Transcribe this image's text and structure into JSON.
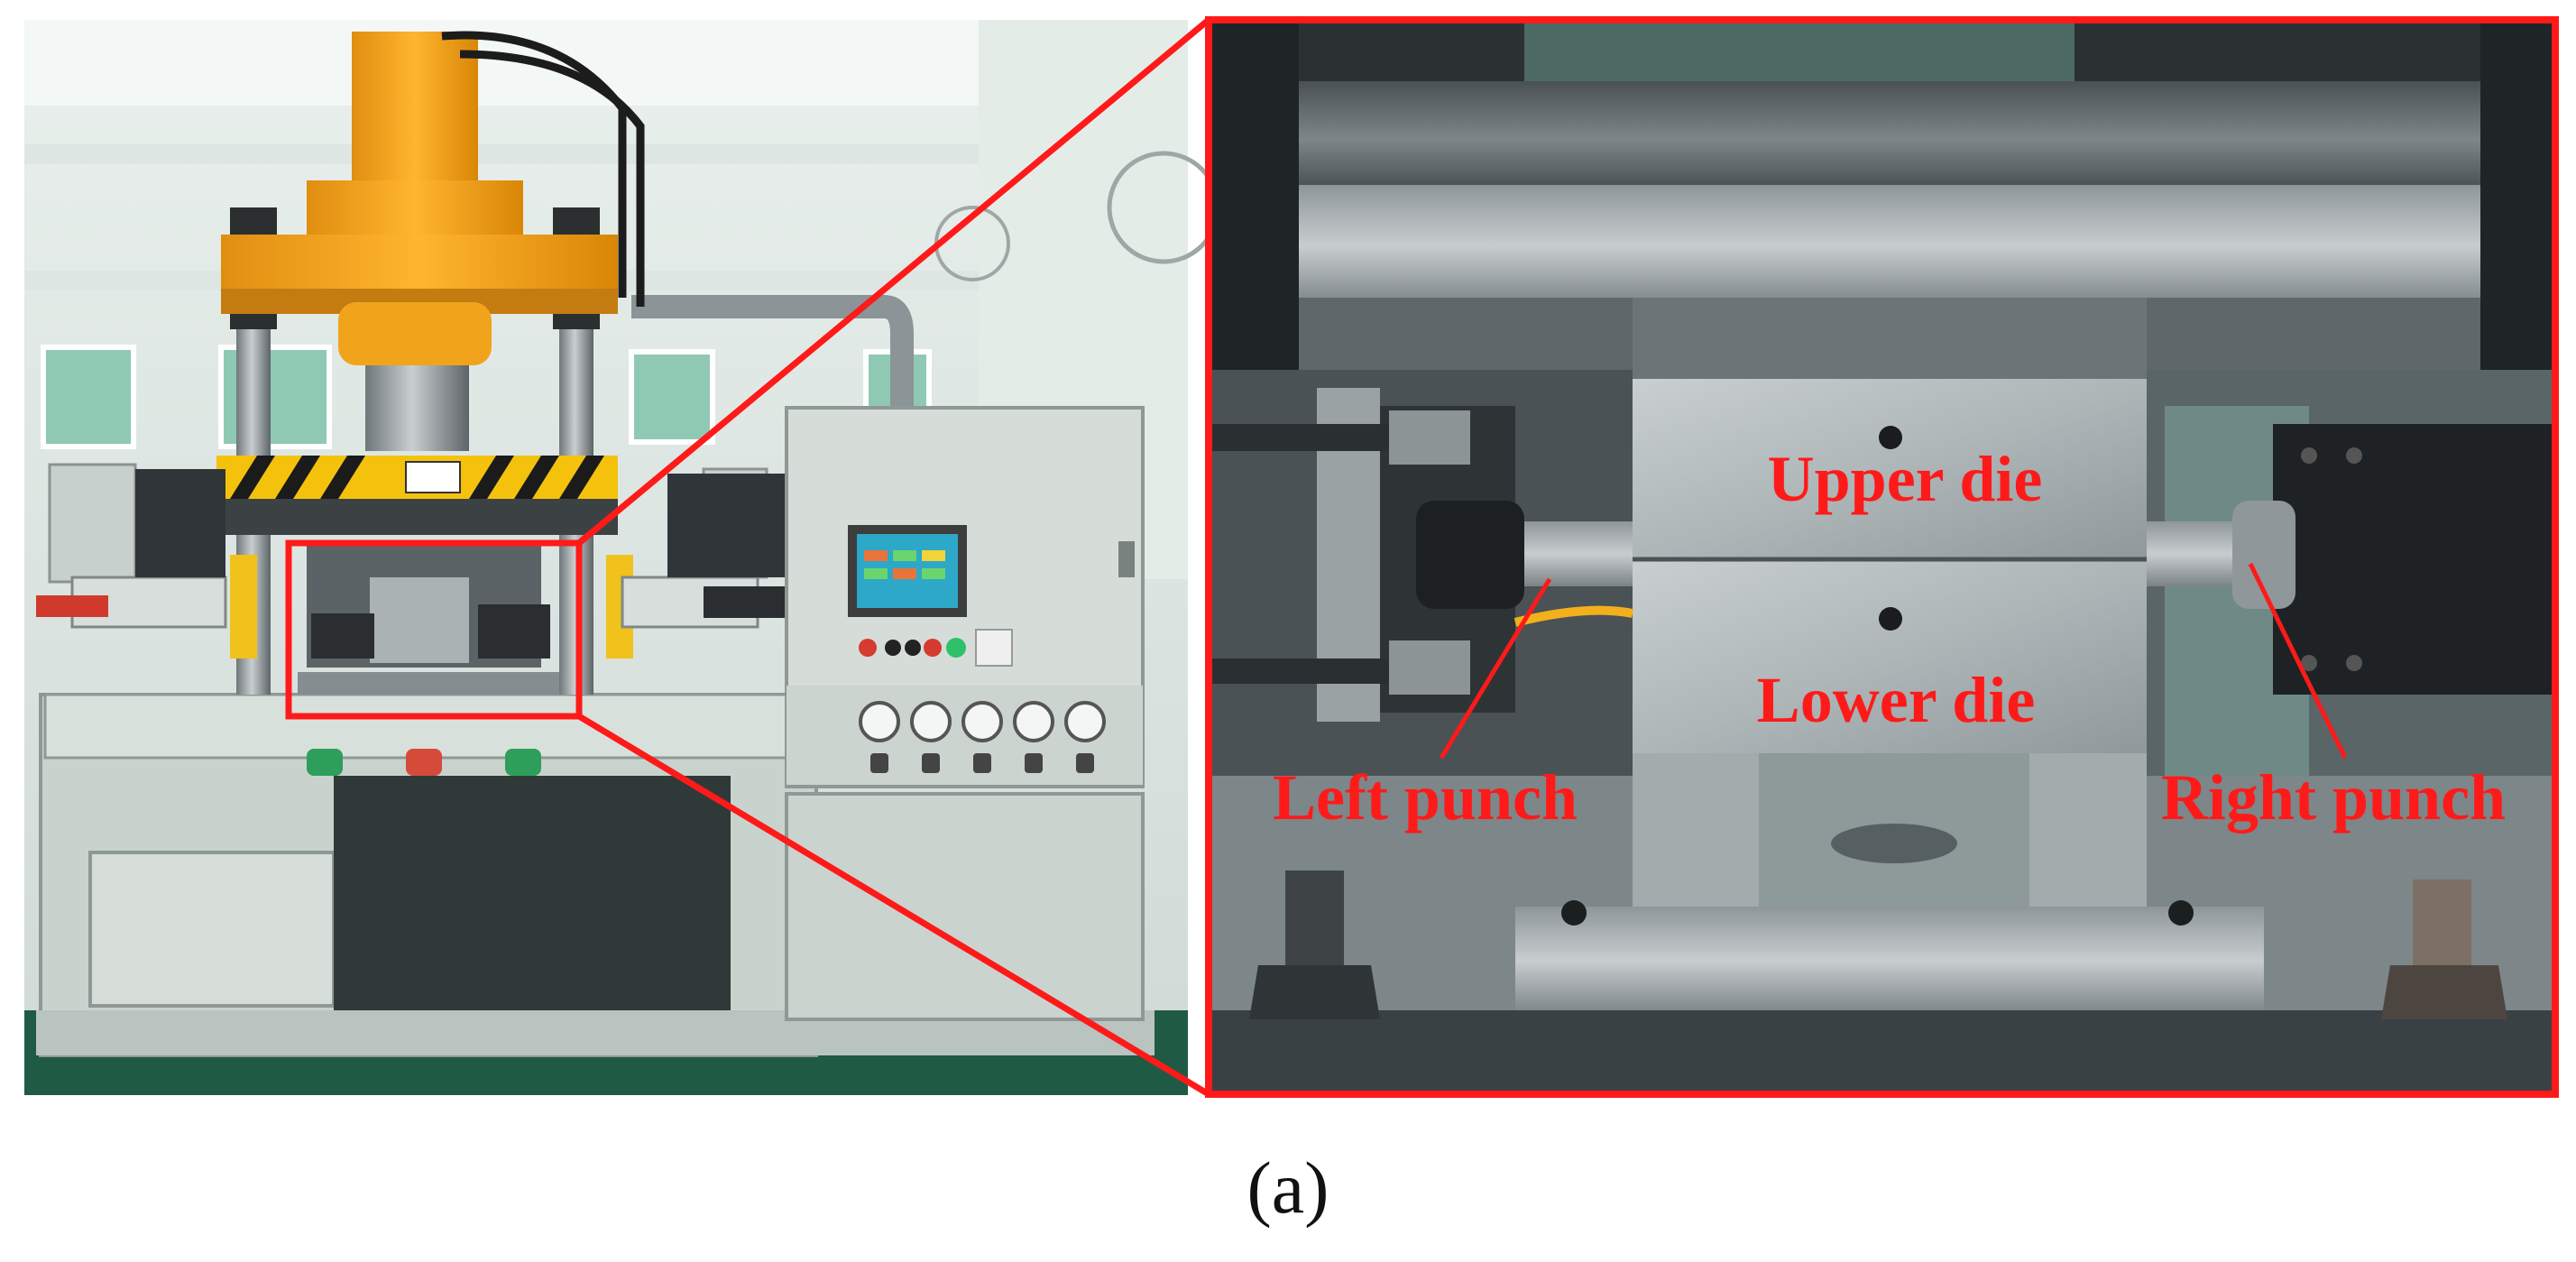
{
  "figure": {
    "caption": "(a)",
    "callouts": {
      "upper_die": "Upper die",
      "lower_die": "Lower die",
      "left_punch": "Left punch",
      "right_punch": "Right punch"
    },
    "colors": {
      "highlight": "#ff1a1a",
      "press_yellow": "#f2a31b",
      "machine_grey": "#c9d3ce",
      "floor_green": "#1f5a44",
      "steel": "#9aa3a6"
    }
  }
}
